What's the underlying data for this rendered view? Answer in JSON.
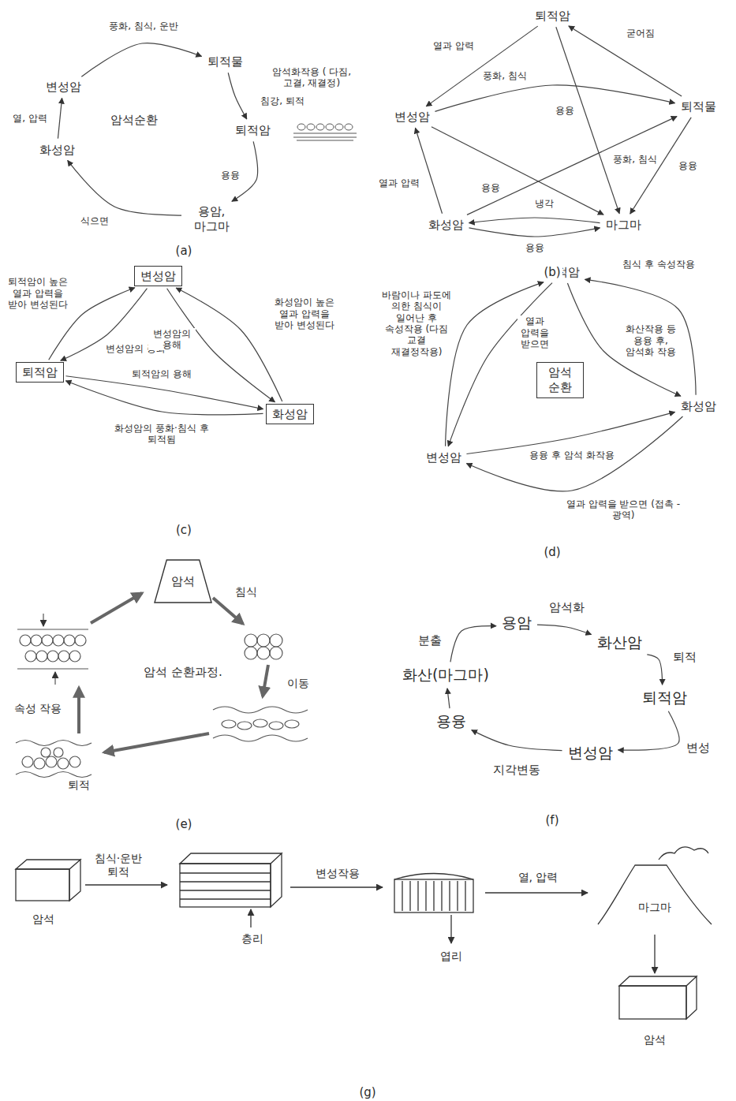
{
  "diagram": {
    "nodes": [
      {
        "text": [
          "변성암"
        ]
      },
      {
        "text": [
          "퇴적물"
        ]
      },
      {
        "text": [
          "퇴적암"
        ]
      },
      {
        "text": [
          "용암, 마그마"
        ]
      },
      {
        "text": [
          "화성암"
        ]
      },
      {
        "text": [
          "퇴적암"
        ]
      },
      {
        "text": [
          "변성암"
        ]
      },
      {
        "text": [
          "퇴적물"
        ]
      },
      {
        "text": [
          "화성암"
        ]
      },
      {
        "text": [
          "마그마"
        ]
      },
      {
        "text": [
          "변성암"
        ]
      },
      {
        "text": [
          "퇴적암"
        ]
      },
      {
        "text": [
          "화성암"
        ]
      },
      {
        "text": [
          "퇴적암"
        ]
      },
      {
        "text": [
          "암석 순환"
        ]
      },
      {
        "text": [
          "화성암"
        ]
      },
      {
        "text": [
          "변성암"
        ]
      },
      {
        "text": [
          "암석"
        ]
      },
      {
        "text": [
          "화산(마그마)"
        ]
      },
      {
        "text": [
          "용암"
        ]
      },
      {
        "text": [
          "화산암"
        ]
      },
      {
        "text": [
          "퇴적암"
        ]
      },
      {
        "text": [
          "변성암"
        ]
      },
      {
        "text": [
          "용융"
        ]
      }
    ],
    "edges": [
      {
        "from": 0,
        "to": 1,
        "label": "풍화, 침식, 운반",
        "arrow": "to"
      },
      {
        "from": 1,
        "to": 2,
        "label": "암석화작용 ( 다짐, 고결, 재결정)",
        "arrow": "to"
      },
      {
        "from": 2,
        "to": 3,
        "label": "용융",
        "arrow": "to"
      },
      {
        "from": 3,
        "to": 4,
        "label": "식으면",
        "arrow": "to"
      },
      {
        "from": 4,
        "to": 0,
        "label": "열, 압력",
        "arrow": "to"
      },
      {
        "from": 7,
        "to": 5,
        "label": "굳어짐",
        "arrow": "to"
      },
      {
        "from": 5,
        "to": 6,
        "label": "열과 압력",
        "arrow": "to"
      },
      {
        "from": 6,
        "to": 7,
        "label": "풍화, 침식",
        "arrow": "to"
      },
      {
        "from": 5,
        "to": 9,
        "label": "용융",
        "arrow": "to"
      },
      {
        "from": 7,
        "to": 9,
        "label": "용융",
        "arrow": "to"
      },
      {
        "from": 8,
        "to": 7,
        "label": "풍화, 침식",
        "arrow": "to"
      },
      {
        "from": 8,
        "to": 6,
        "label": "열과 압력",
        "arrow": "to"
      },
      {
        "from": 6,
        "to": 9,
        "label": "용융",
        "arrow": "to"
      },
      {
        "from": 9,
        "to": 8,
        "label": "냉각",
        "arrow": "to"
      },
      {
        "from": 8,
        "to": 9,
        "label": "용융",
        "arrow": "to"
      },
      {
        "from": 11,
        "to": 10,
        "label": "퇴적암이 높은 열과 압력을 받아 변성된다",
        "arrow": "to"
      },
      {
        "from": 10,
        "to": 11,
        "label": "변성암의 풍화",
        "arrow": "to"
      },
      {
        "from": 10,
        "to": 12,
        "label": "변성암의 용해",
        "arrow": "to"
      },
      {
        "from": 12,
        "to": 10,
        "label": "화성암이 높은 열과 압력을 받아 변성된다",
        "arrow": "to"
      },
      {
        "from": 11,
        "to": 12,
        "label": "퇴적암의 용해",
        "arrow": "to"
      },
      {
        "from": 12,
        "to": 11,
        "label": "화성암의 풍화·침식 후 퇴적됨",
        "arrow": "to"
      },
      {
        "from": 15,
        "to": 13,
        "label": "침식 후 속성작용",
        "arrow": "to"
      },
      {
        "from": 13,
        "to": 15,
        "label": "화산작용 등 용융 후, 암석화 작용",
        "arrow": "to"
      },
      {
        "from": 16,
        "to": 13,
        "label": "바람이나 파도에 의한 침식이 일어난 후 속성작용 (다짐 교결 재결정작용)",
        "arrow": "to"
      },
      {
        "from": 13,
        "to": 16,
        "label": "열과 압력을 받으면",
        "arrow": "to"
      },
      {
        "from": 16,
        "to": 15,
        "label": "용융 후 암석 화작용",
        "arrow": "to"
      },
      {
        "from": 15,
        "to": 16,
        "label": "열과 압력을 받으면 (접촉 - 광역)",
        "arrow": "to"
      },
      {
        "from": 18,
        "to": 19,
        "label": "분출",
        "arrow": "to"
      },
      {
        "from": 19,
        "to": 20,
        "label": "암석화",
        "arrow": "to"
      },
      {
        "from": 20,
        "to": 21,
        "label": "퇴적",
        "arrow": "to"
      },
      {
        "from": 21,
        "to": 22,
        "label": "변성",
        "arrow": "to"
      },
      {
        "from": 22,
        "to": 23,
        "label": "지각변동",
        "arrow": "to"
      },
      {
        "from": 23,
        "to": 18,
        "arrow": "to"
      }
    ],
    "labels": [
      "암석순환",
      "침강, 퇴적",
      "(a)",
      "(b)",
      "(c)",
      "(d)",
      "암석 순환과정.",
      "침식",
      "이동",
      "퇴적",
      "속성 작용",
      "(e)",
      "(f)",
      "침식·운반 퇴적",
      "층리",
      "변성작용",
      "엽리",
      "열, 압력",
      "마그마",
      "암석",
      "암석",
      "(g)"
    ]
  }
}
